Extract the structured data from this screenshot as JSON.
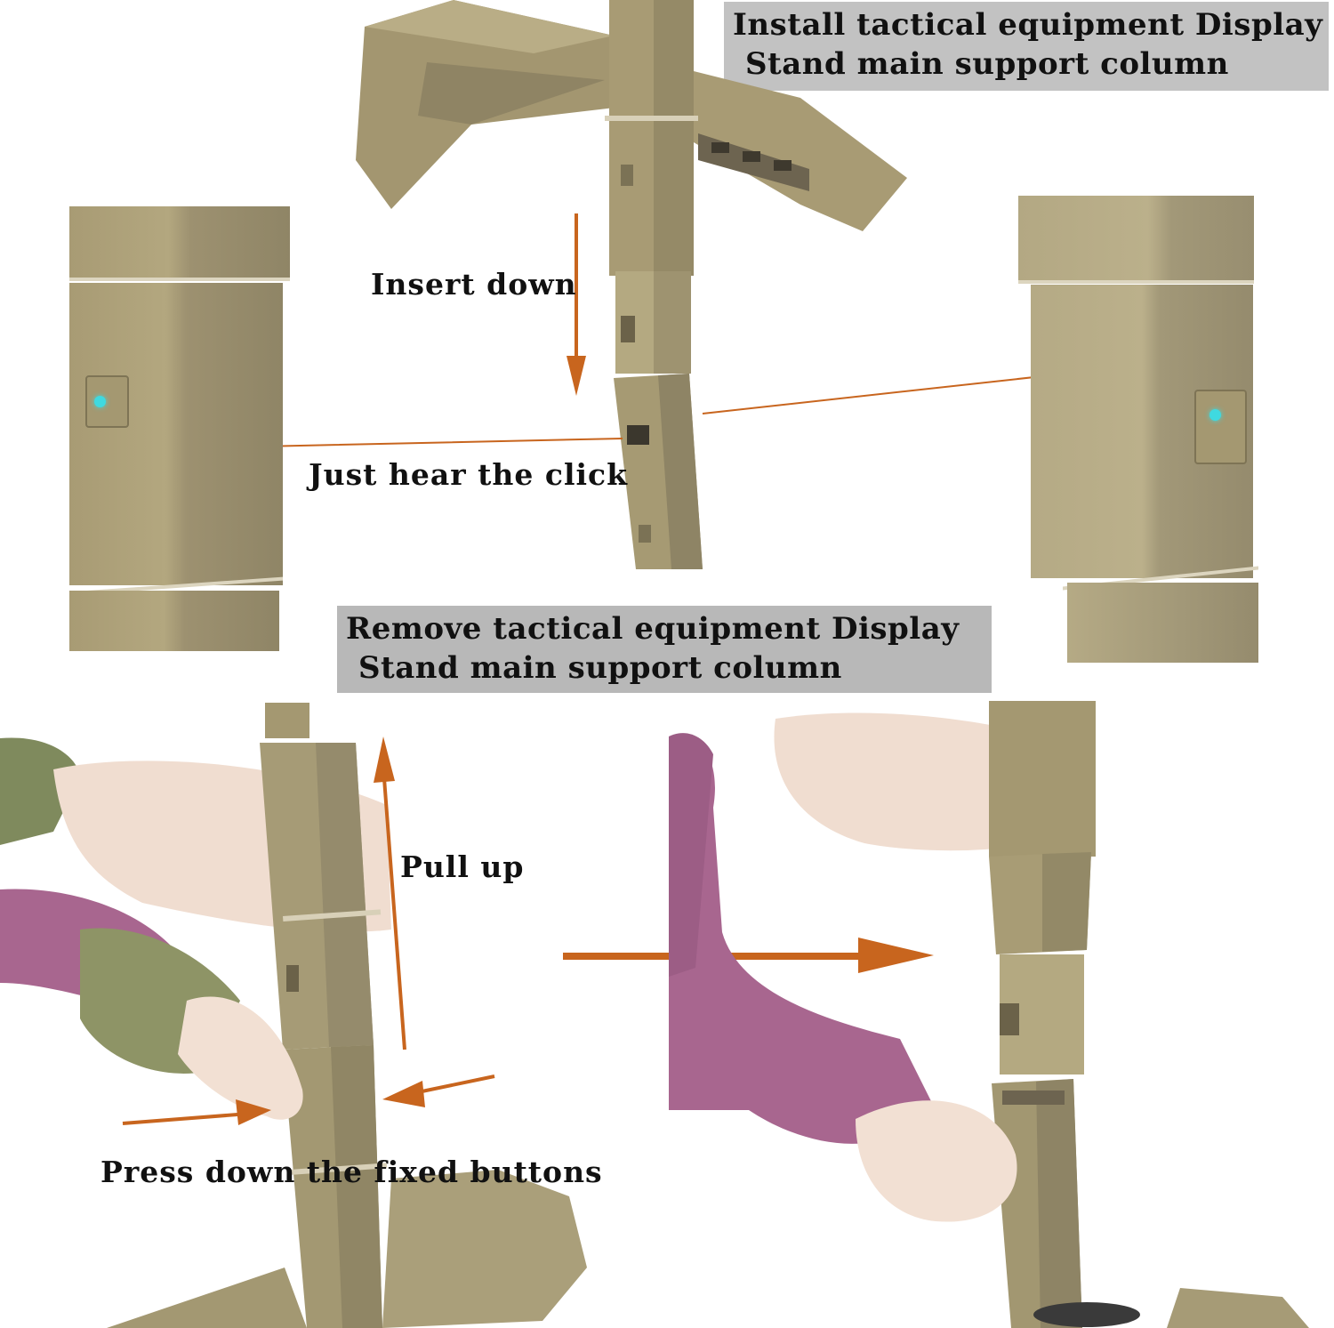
{
  "install_section": {
    "title_line1": "Install tactical equipment Display",
    "title_line2": "Stand main support column",
    "steps": {
      "insert_down": "Insert down",
      "just_hear_click": "Just hear the click"
    }
  },
  "remove_section": {
    "title_line1": "Remove tactical equipment Display",
    "title_line2": "Stand main support column",
    "steps": {
      "pull_up": "Pull up",
      "press_buttons": "Press down the fixed buttons"
    }
  },
  "colors": {
    "arrow": "#c8651e",
    "column_tan": "#a89b74",
    "indicator_dot": "#3fd9e0",
    "caption_bg": "#c2c2c2",
    "sleeve_pink": "#a8668f",
    "sleeve_green": "#7f8a5d"
  },
  "icons": [
    "arrow-down-icon",
    "arrow-up-icon",
    "arrow-right-icon",
    "arrow-left-icon",
    "indicator-dot-icon"
  ]
}
